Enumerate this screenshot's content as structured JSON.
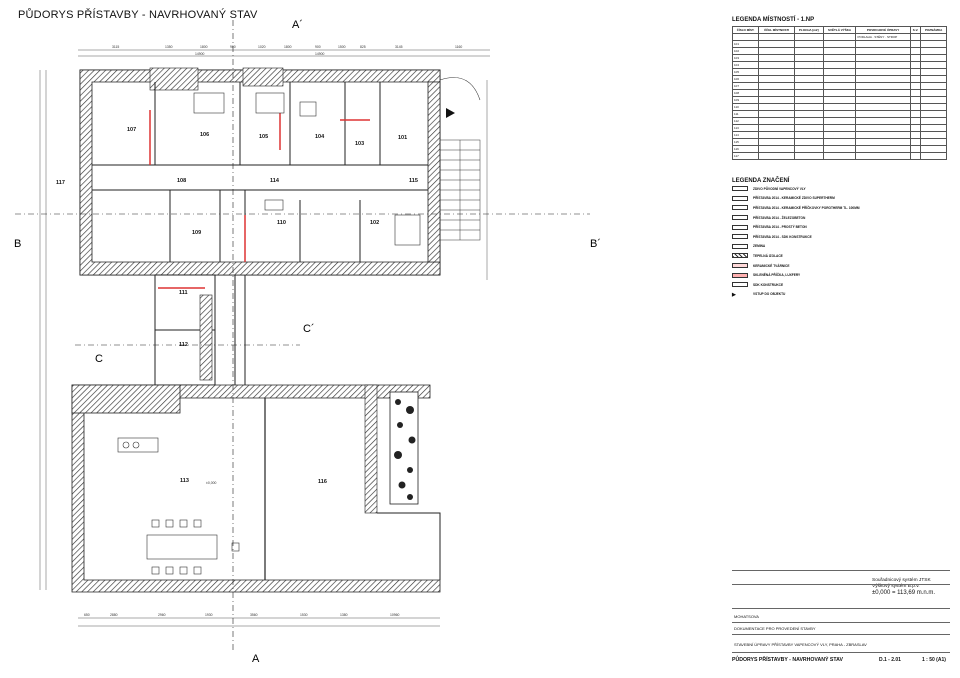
{
  "title": "PŮDORYS PŘÍSTAVBY - NAVRHOVANÝ STAV",
  "plan": {
    "section_marks": [
      "A",
      "A´",
      "B",
      "B´",
      "C",
      "C´"
    ],
    "rooms": [
      "101",
      "102",
      "103",
      "104",
      "105",
      "106",
      "107",
      "108",
      "109",
      "110",
      "111",
      "112",
      "113",
      "114",
      "115",
      "116",
      "117"
    ],
    "dims_top": [
      "3115",
      "1350",
      "1800",
      "900",
      "1020",
      "1800",
      "900",
      "1500",
      "825",
      "3145",
      "1160"
    ],
    "dims_mid": [
      "14900",
      "14900"
    ],
    "dims_bottom": [
      "650",
      "2880",
      "2960",
      "1930",
      "3560",
      "1530",
      "1380",
      "10960"
    ],
    "elev_small": "±0,000"
  },
  "legend_rooms": {
    "heading": "LEGENDA MÍSTNOSTÍ - 1.NP",
    "columns": [
      "ČÍSLO MÍST.",
      "ÚČEL MÍSTNOSTI",
      "PLOCHA [m2]",
      "SVĚTLÁ VÝŠKA",
      "POVRCHOVÉ ÚPRAVY",
      "PODLAHA",
      "STĚNY",
      "STROP",
      "S.V.",
      "POZNÁMKA"
    ],
    "rows": [
      "101",
      "102",
      "103",
      "104",
      "105",
      "106",
      "107",
      "108",
      "109",
      "110",
      "111",
      "112",
      "113",
      "114",
      "115",
      "116",
      "117"
    ]
  },
  "legend_marks": {
    "heading": "LEGENDA ZNAČENÍ",
    "items": [
      "ZDIVO PŮVODNÍ VAPENCOVÝ VLY",
      "PŘÍSTAVBA 2014 - KERAMICKÉ ZDIVO SUPERTHERM",
      "PŘÍSTAVBA 2014 - KERAMICKÉ PŘÍČKOVKY POROTHERM TL. 100MM",
      "PŘÍSTAVBA 2014 - ŽELEZOBETON",
      "PŘÍSTAVBA 2014 - PROSTÝ BETON",
      "PŘÍSTAVBA 2014 - SDK KONSTRUKCE",
      "ZEMINA",
      "TEPELNÁ IZOLACE",
      "KERAMICKÉ TVÁRNICE",
      "SKLENĚNÁ PŘÍČKA, LUXFERY",
      "SDK KONSTRUKCE",
      "VSTUP DO OBJEKTU"
    ],
    "colors": [
      "#ffffff",
      "#ffffff",
      "#ffffff",
      "#ffffff",
      "#ffffff",
      "#ffffff",
      "#ffffff",
      "#9a9a9a",
      "#ffd9d9",
      "#ffb0b0",
      "#ffffff",
      "#ffffff"
    ]
  },
  "elevation": {
    "line1": "Souřadnicový systém JTSK",
    "line2": "Výškový systém B.p.v.",
    "line3": "±0,000 = 113,69 m.n.m."
  },
  "title_block": {
    "drawing_title": "PŮDORYS PŘÍSTAVBY - NAVRHOVANÝ STAV",
    "drawing_no": "D.1 - 2.01",
    "scale": "1 : 50 (A1)",
    "company": "MOHATSOVA",
    "project_line": "DOKUMENTACE PRO PROVEDENÍ STAVBY",
    "building_line": "STAVEBNÍ ÚPRAVY PŘÍSTAVBY VAPENCOVÝ VLY, PRAHA - ZBRASLAV"
  }
}
